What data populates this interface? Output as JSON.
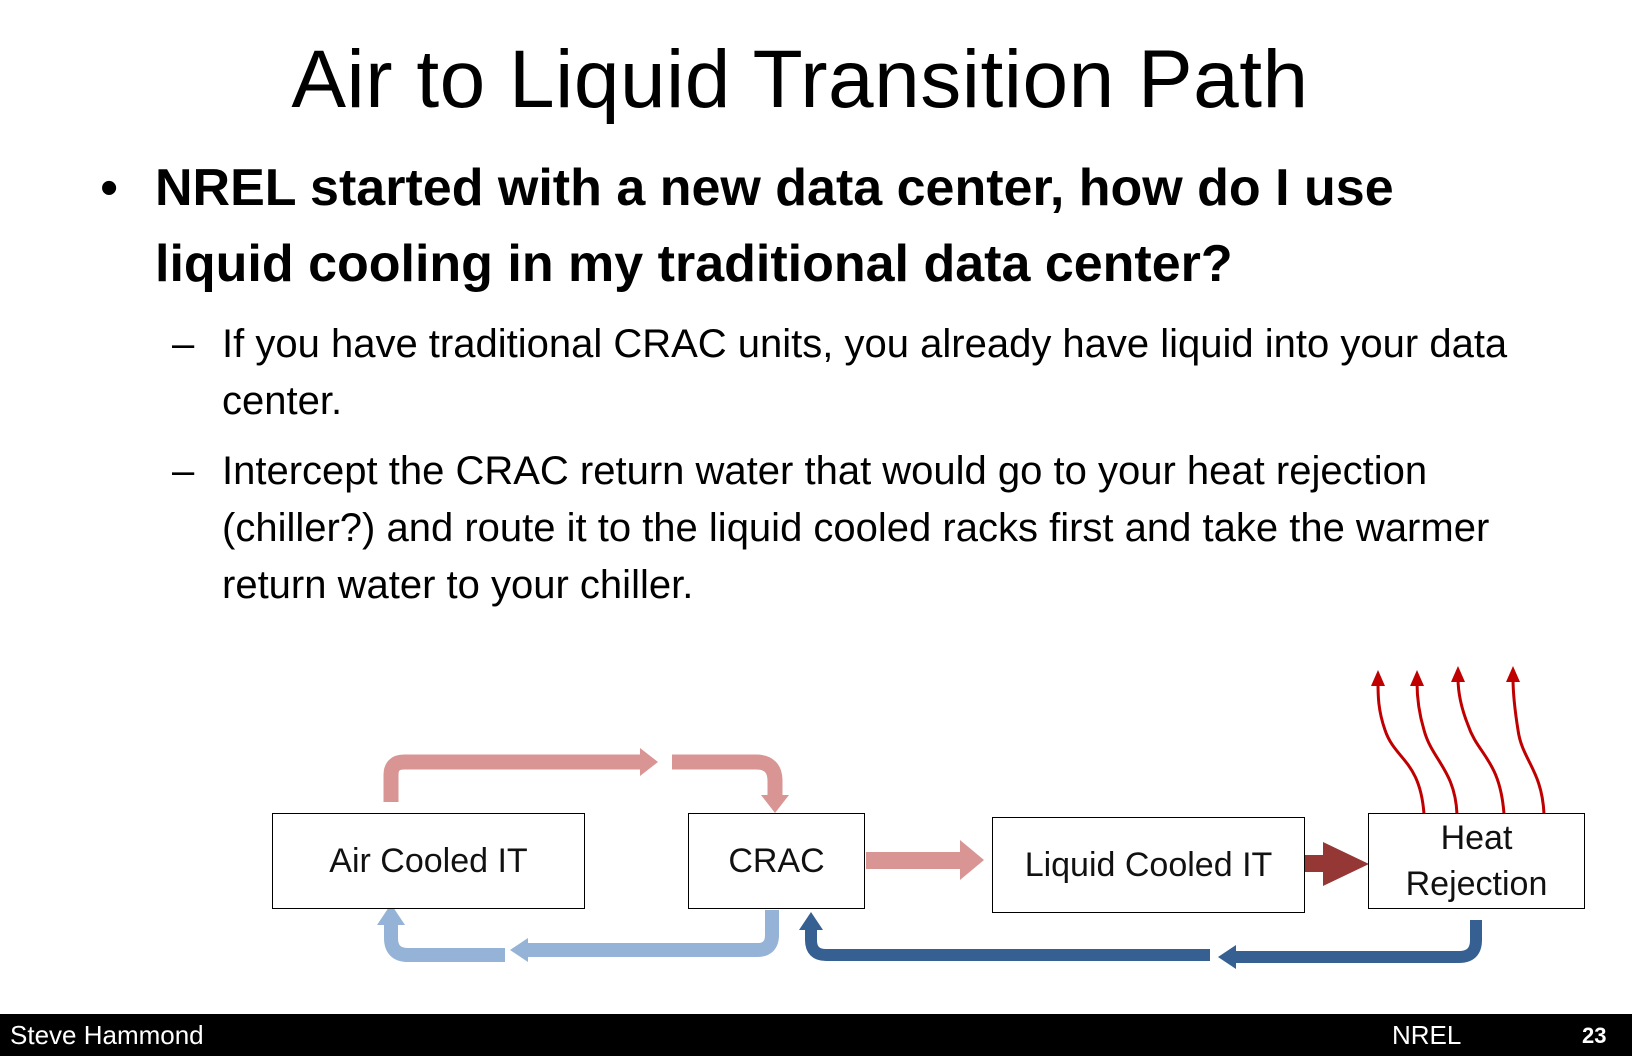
{
  "slide": {
    "title": "Air to Liquid Transition Path",
    "bullet": "NREL started with a new data center, how do I use liquid cooling in my traditional data center?",
    "bullet_marker": "•",
    "sub_marker": "–",
    "sub_bullets": [
      "If you have traditional CRAC units, you already have liquid into your data center.",
      "Intercept the CRAC return water that would go to your heat rejection (chiller?) and route it to the liquid cooled racks first and take the warmer return water to your chiller."
    ]
  },
  "diagram": {
    "nodes": {
      "air_cooled_it": "Air Cooled IT",
      "crac": "CRAC",
      "liquid_cooled_it": "Liquid Cooled IT",
      "heat_rejection_line1": "Heat",
      "heat_rejection_line2": "Rejection"
    },
    "colors": {
      "warm_air": "#d99594",
      "cool_air": "#95b3d7",
      "hot_water": "#953735",
      "cool_water": "#376092",
      "heat_exhaust": "#c00000"
    }
  },
  "footer": {
    "author": "Steve Hammond",
    "organization": "NREL",
    "page_number": "23"
  }
}
